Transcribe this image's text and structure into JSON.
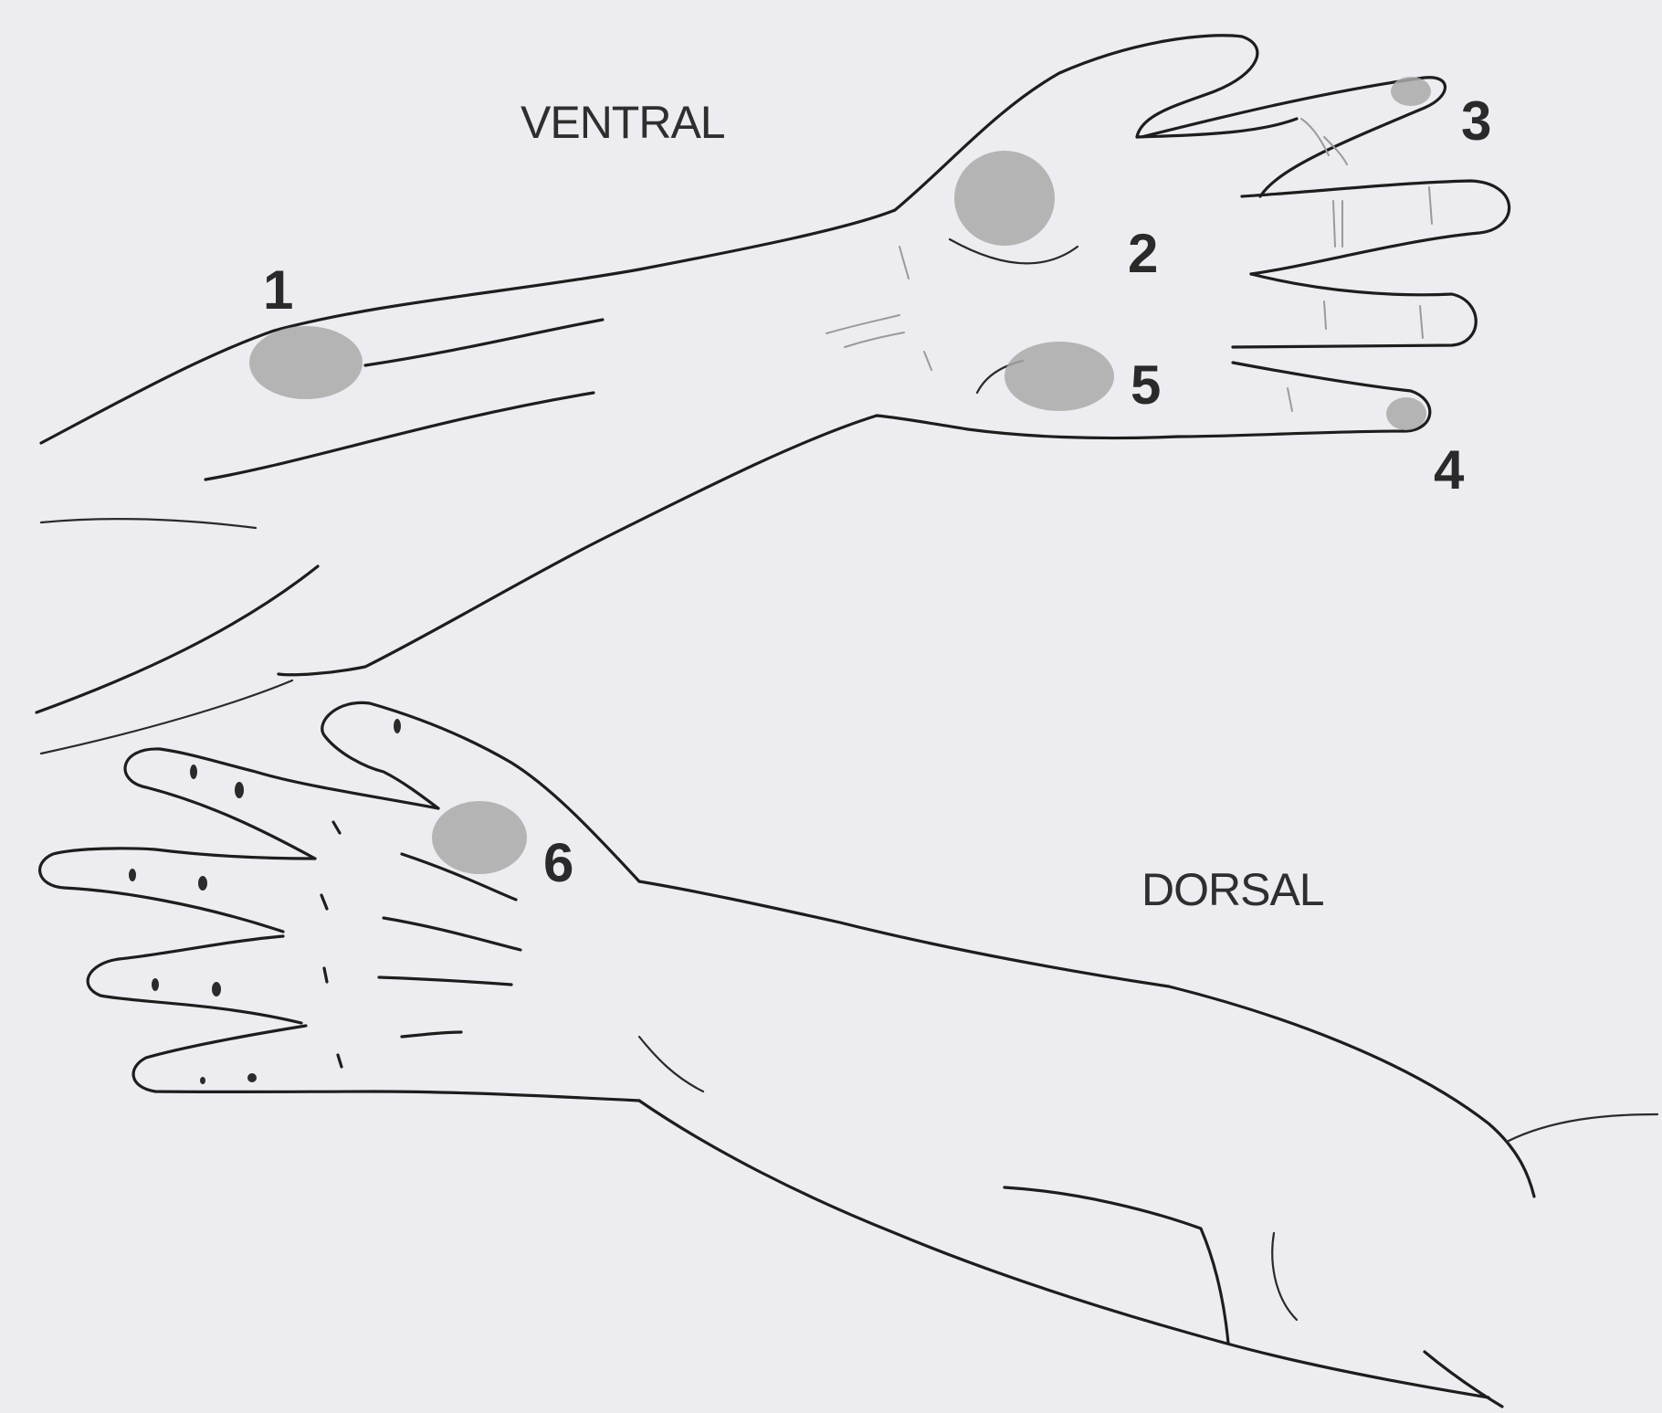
{
  "views": {
    "ventral": "VENTRAL",
    "dorsal": "DORSAL"
  },
  "sites": {
    "s1": "1",
    "s2": "2",
    "s3": "3",
    "s4": "4",
    "s5": "5",
    "s6": "6"
  },
  "colors": {
    "background": "#ededf1",
    "outline": "#1d1d1d",
    "site_marker": "#a9a9a9"
  }
}
